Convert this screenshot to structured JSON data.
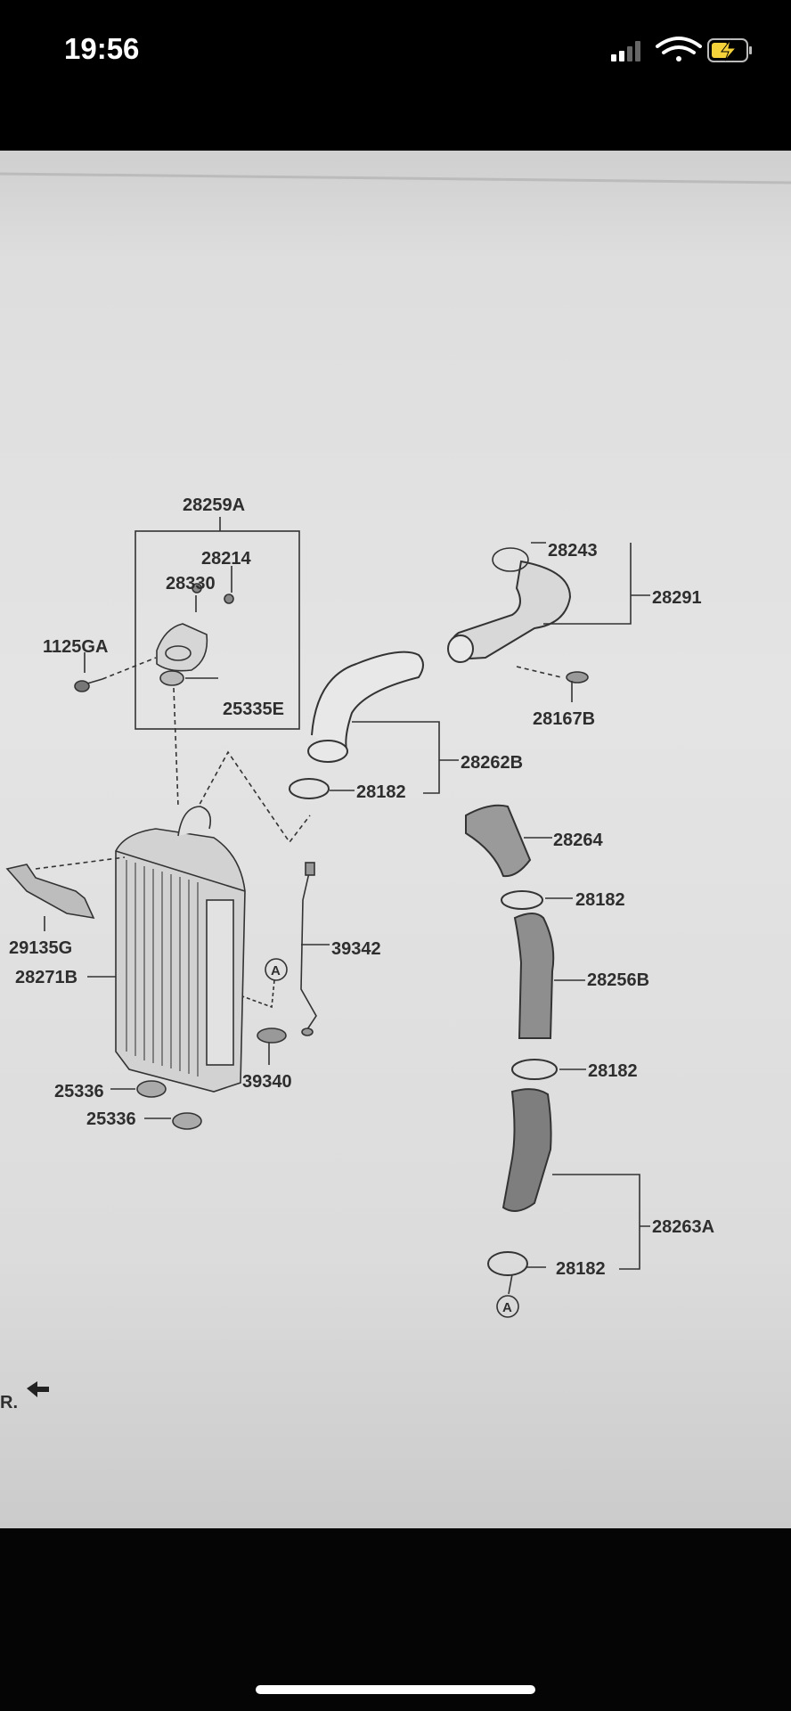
{
  "status_bar": {
    "time": "19:56",
    "icons": [
      "cellular-signal-icon",
      "wifi-icon",
      "battery-charging-icon"
    ],
    "battery_color": "#f5d23a"
  },
  "diagram": {
    "labels": {
      "assembly_28259A": "28259A",
      "p28214": "28214",
      "p28330": "28330",
      "p1125GA": "1125GA",
      "p25335E": "25335E",
      "p28243": "28243",
      "p28291": "28291",
      "p28167B": "28167B",
      "p28262B": "28262B",
      "clamp1": "28182",
      "p28264": "28264",
      "clamp2": "28182",
      "p39342": "39342",
      "p29135G": "29135G",
      "p28271B": "28271B",
      "p28256B": "28256B",
      "ref_a1": "A",
      "p39340": "39340",
      "clamp3": "28182",
      "p25336a": "25336",
      "p25336b": "25336",
      "p28263A": "28263A",
      "clamp4": "28182",
      "ref_a2": "A",
      "edge_text": "R."
    }
  }
}
